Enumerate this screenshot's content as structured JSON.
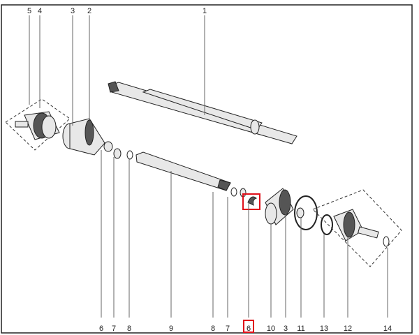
{
  "diagram": {
    "top_labels": [
      "5",
      "4",
      "3",
      "2",
      "1"
    ],
    "bottom_labels": [
      "6",
      "7",
      "8",
      "9",
      "8",
      "7",
      "6",
      "10",
      "3",
      "11",
      "13",
      "12",
      "14"
    ],
    "highlighted_label": "6",
    "highlight_color": "#e0101a"
  }
}
